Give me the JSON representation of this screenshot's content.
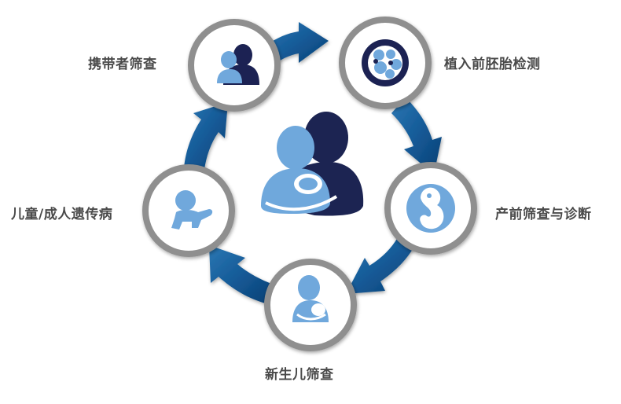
{
  "diagram": {
    "stages": [
      {
        "label": "携带者筛查",
        "icon": "mother-child-silhouette-icon"
      },
      {
        "label": "植入前胚胎检测",
        "icon": "embryo-cells-icon"
      },
      {
        "label": "产前筛查与诊断",
        "icon": "fetus-icon"
      },
      {
        "label": "新生儿筛查",
        "icon": "parent-holding-newborn-icon"
      },
      {
        "label": "儿童/成人遗传病",
        "icon": "crawling-baby-icon"
      }
    ],
    "center_icon": "family-parent-baby-icon",
    "colors": {
      "arrow_dark": "#0c3f73",
      "arrow_light": "#2c78b4",
      "icon_light": "#6fa8dc",
      "icon_dark": "#1c2452",
      "circle_ring": "#8f8f8f",
      "label_text": "#4a4a4a"
    }
  }
}
